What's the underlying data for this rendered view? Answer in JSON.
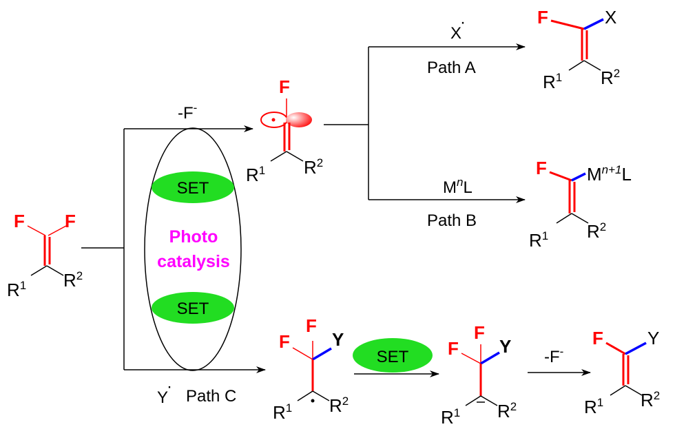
{
  "atoms": {
    "F": "F",
    "R": "R",
    "one": "1",
    "two": "2",
    "X": "X",
    "Y": "Y",
    "M": "M",
    "n": "n",
    "n1": "n+1",
    "L": "L",
    "dot": "·",
    "minus": "−"
  },
  "labels": {
    "minus_f": "-F",
    "minus_sup": "-",
    "path_a": "Path A",
    "path_b": "Path B",
    "path_c": "Path C",
    "set": "SET",
    "photo": "Photo",
    "catalysis": "catalysis"
  },
  "colors": {
    "fluorine": "#ff0000",
    "new_bond": "#0000ff",
    "set_fill": "#22dd22",
    "photocatalysis": "#ff00ff"
  }
}
